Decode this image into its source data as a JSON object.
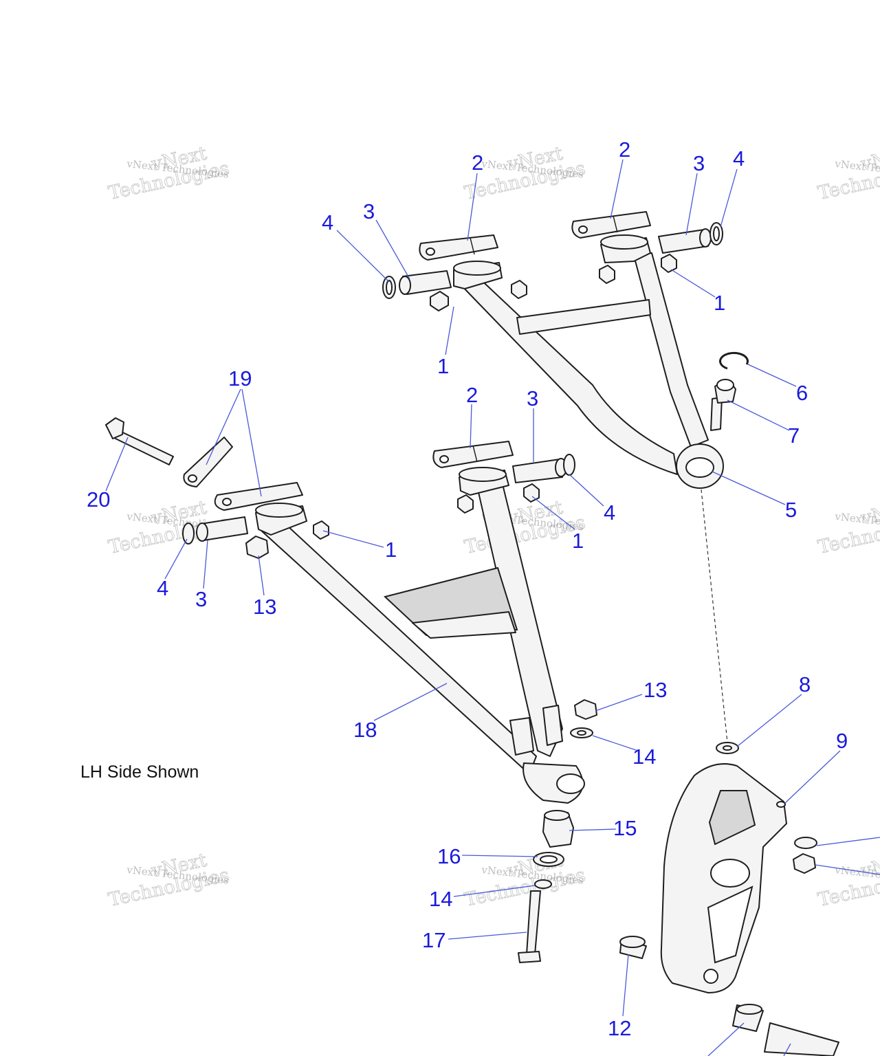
{
  "note": "LH Side Shown",
  "watermark": {
    "line": "vNext Technologies",
    "outline_top": "vNext",
    "outline_bottom": "Technologies"
  },
  "callouts": [
    "1",
    "1",
    "1",
    "1",
    "2",
    "2",
    "2",
    "3",
    "3",
    "3",
    "3",
    "4",
    "4",
    "4",
    "4",
    "5",
    "6",
    "7",
    "8",
    "9",
    "12",
    "13",
    "13",
    "14",
    "14",
    "15",
    "16",
    "17",
    "18",
    "19",
    "20"
  ],
  "colors": {
    "callout": "#1a1adc",
    "leader": "#4a58d8",
    "line_art": "#1e1e1e"
  }
}
